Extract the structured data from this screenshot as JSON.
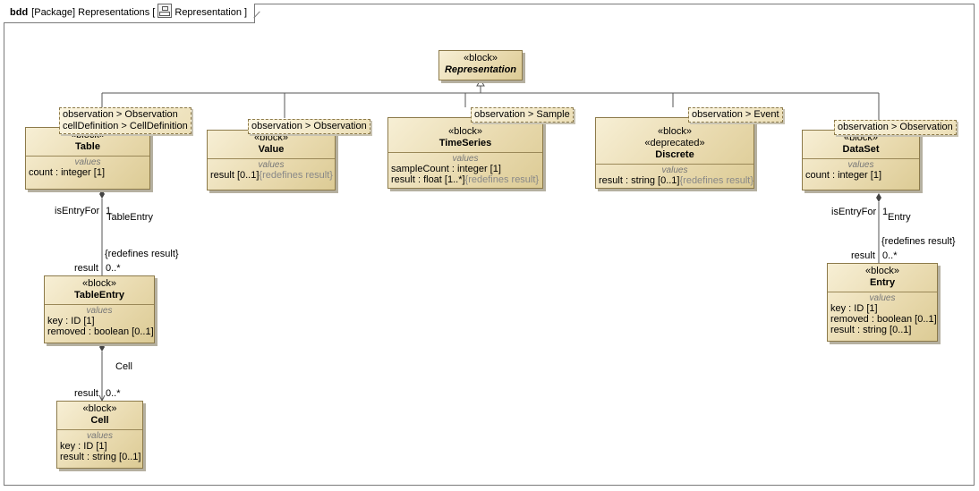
{
  "frame": {
    "kind": "bdd",
    "header": "[Package] Representations [",
    "diagram_name": "Representation",
    "close": "]",
    "icon": "diagram-icon"
  },
  "blocks": {
    "representation": {
      "stereotype": "«block»",
      "name": "Representation"
    },
    "table": {
      "stereotype": "«block»",
      "name": "Table",
      "compartment": "values",
      "props": [
        "count : integer [1]"
      ]
    },
    "value": {
      "stereotype": "«block»",
      "name": "Value",
      "compartment": "values",
      "prop_main": "result [0..1]",
      "prop_redef": "{redefines result}"
    },
    "timeseries": {
      "stereotype": "«block»",
      "name": "TimeSeries",
      "compartment": "values",
      "prop1": "sampleCount : integer [1]",
      "prop2_main": "result : float [1..*]",
      "prop2_redef": "{redefines result}"
    },
    "discrete": {
      "stereotype": "«block»",
      "stereotype2": "«deprecated»",
      "name": "Discrete",
      "compartment": "values",
      "prop_main": "result : string [0..1]",
      "prop_redef": "{redefines result}"
    },
    "dataset": {
      "stereotype": "«block»",
      "name": "DataSet",
      "compartment": "values",
      "props": [
        "count : integer [1]"
      ]
    },
    "tableentry": {
      "stereotype": "«block»",
      "name": "TableEntry",
      "compartment": "values",
      "props": [
        "key : ID [1]",
        "removed : boolean [0..1]"
      ]
    },
    "cell": {
      "stereotype": "«block»",
      "name": "Cell",
      "compartment": "values",
      "props": [
        "key : ID [1]",
        "result : string [0..1]"
      ]
    },
    "entry": {
      "stereotype": "«block»",
      "name": "Entry",
      "compartment": "values",
      "props": [
        "key : ID [1]",
        "removed : boolean [0..1]",
        "result : string [0..1]"
      ]
    }
  },
  "tags": {
    "table": [
      "observation > Observation",
      "cellDefinition > CellDefinition"
    ],
    "value": "observation > Observation",
    "timeseries": "observation > Sample",
    "discrete": "observation > Event",
    "dataset": "observation > Observation"
  },
  "associations": {
    "table_entry": {
      "owner_role": "isEntryFor",
      "owner_mult": "1",
      "name": "TableEntry",
      "constraint": "{redefines result}",
      "target_role": "result",
      "target_mult": "0..*"
    },
    "entry_cell": {
      "name": "Cell",
      "target_role": "result",
      "target_mult": "0..*"
    },
    "dataset_entry": {
      "owner_role": "isEntryFor",
      "owner_mult": "1",
      "name": "Entry",
      "constraint": "{redefines result}",
      "target_role": "result",
      "target_mult": "0..*"
    }
  }
}
